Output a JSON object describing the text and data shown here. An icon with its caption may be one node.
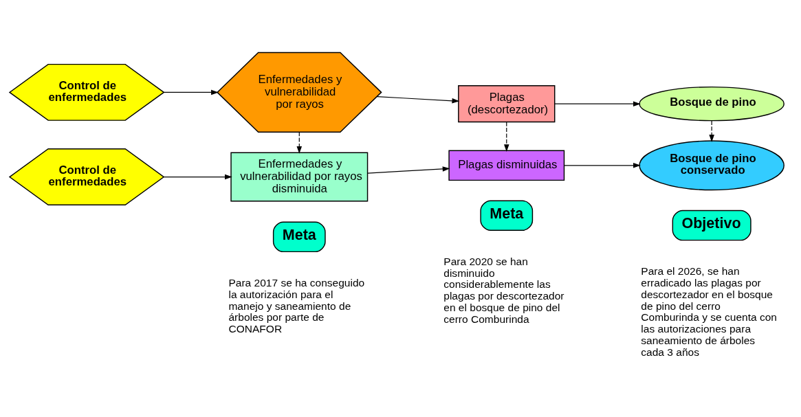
{
  "diagram": {
    "nodes": [
      {
        "text": [
          "Control de enfermedades"
        ]
      },
      {
        "text": [
          "Enfermedades y vulnerabilidad por rayos"
        ]
      },
      {
        "text": [
          "Plagas (descortezador)"
        ]
      },
      {
        "text": [
          "Bosque de pino"
        ]
      },
      {
        "text": [
          "Control de enfermedades"
        ]
      },
      {
        "text": [
          "Enfermedades y vulnerabilidad por rayos disminuida"
        ]
      },
      {
        "text": [
          "Meta"
        ]
      },
      {
        "text": [
          "Plagas disminuidas"
        ]
      },
      {
        "text": [
          "Meta"
        ]
      },
      {
        "text": [
          "Bosque de pino conservado"
        ]
      },
      {
        "text": [
          "Objetivo"
        ]
      }
    ],
    "edges": [
      {
        "from": 0,
        "to": 1,
        "arrow": "to"
      },
      {
        "from": 1,
        "to": 2,
        "arrow": "to"
      },
      {
        "from": 2,
        "to": 3,
        "arrow": "to"
      },
      {
        "from": 1,
        "to": 5,
        "arrow": "to",
        "style": "dashed"
      },
      {
        "from": 2,
        "to": 7,
        "arrow": "to",
        "style": "dashed"
      },
      {
        "from": 3,
        "to": 9,
        "arrow": "to",
        "style": "dashed"
      },
      {
        "from": 4,
        "to": 5,
        "arrow": "to"
      },
      {
        "from": 5,
        "to": 7,
        "arrow": "to"
      },
      {
        "from": 7,
        "to": 9,
        "arrow": "to"
      }
    ],
    "labels": [
      "Para 2017 se ha conseguido la autorización para el manejo y saneamiento de árboles por parte de CONAFOR",
      "Para 2020 se han disminuido considerablemente las plagas por descortezador en el bosque de pino del cerro Comburinda",
      "Para el 2026, se han erradicado las plagas por descortezador en el bosque de pino del cerro Comburinda y se cuenta con las autorizaciones para saneamiento de árboles cada 3 años"
    ]
  }
}
